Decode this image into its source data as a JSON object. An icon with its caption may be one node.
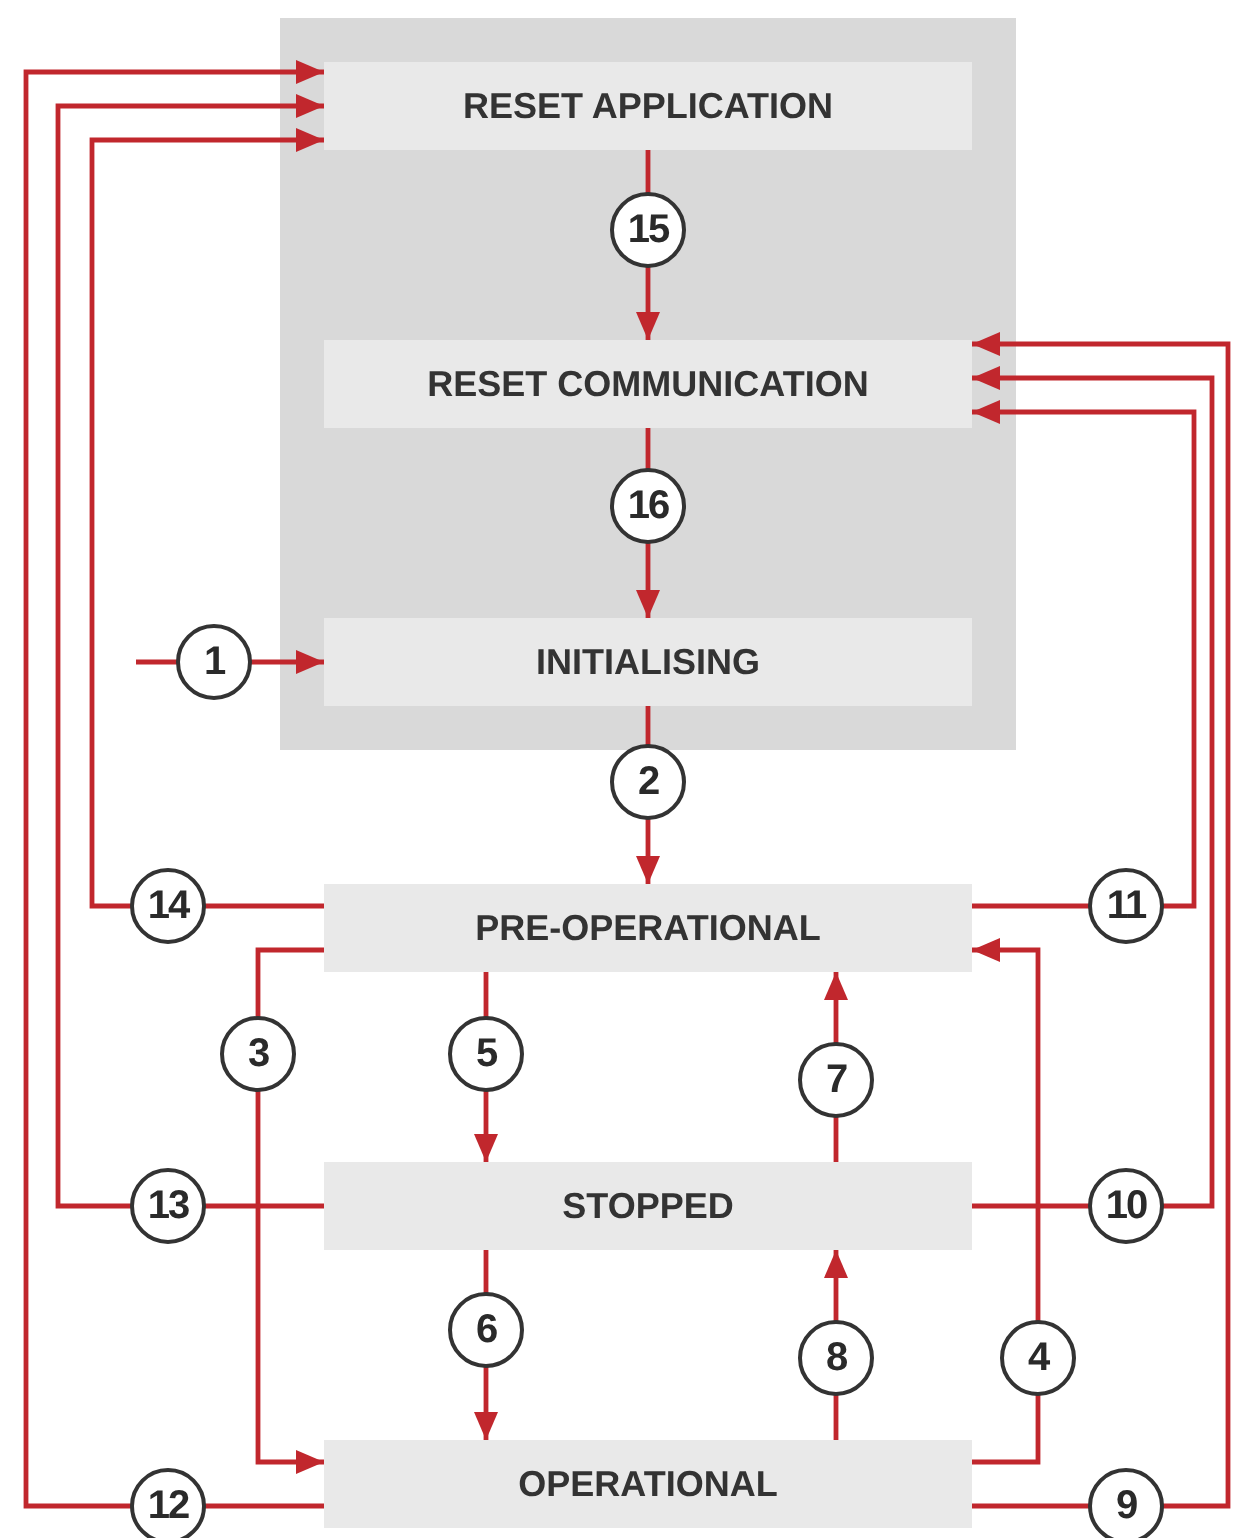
{
  "diagram": {
    "nodes": [
      {
        "text": [],
        "shape": "box"
      },
      {
        "text": [
          "RESET APPLICATION"
        ],
        "in": 0
      },
      {
        "text": [
          "RESET COMMUNICATION"
        ],
        "in": 0
      },
      {
        "text": [
          "INITIALISING"
        ],
        "in": 0
      },
      {
        "text": [
          "PRE-OPERATIONAL"
        ]
      },
      {
        "text": [
          "STOPPED"
        ]
      },
      {
        "text": [
          "OPERATIONAL"
        ]
      }
    ],
    "edges": [
      {
        "from": null,
        "to": 3,
        "arrow": "to",
        "label": "1"
      },
      {
        "from": 3,
        "to": 4,
        "arrow": "to",
        "label": "2"
      },
      {
        "from": 4,
        "to": 6,
        "arrow": "to",
        "label": "3"
      },
      {
        "from": 6,
        "to": 4,
        "arrow": "to",
        "label": "4"
      },
      {
        "from": 4,
        "to": 5,
        "arrow": "to",
        "label": "5"
      },
      {
        "from": 5,
        "to": 6,
        "arrow": "to",
        "label": "6"
      },
      {
        "from": 5,
        "to": 4,
        "arrow": "to",
        "label": "7"
      },
      {
        "from": 6,
        "to": 5,
        "arrow": "to",
        "label": "8"
      },
      {
        "from": 6,
        "to": 2,
        "arrow": "to",
        "label": "9"
      },
      {
        "from": 5,
        "to": 2,
        "arrow": "to",
        "label": "10"
      },
      {
        "from": 4,
        "to": 2,
        "arrow": "to",
        "label": "11"
      },
      {
        "from": 6,
        "to": 1,
        "arrow": "to",
        "label": "12"
      },
      {
        "from": 5,
        "to": 1,
        "arrow": "to",
        "label": "13"
      },
      {
        "from": 4,
        "to": 1,
        "arrow": "to",
        "label": "14"
      },
      {
        "from": 1,
        "to": 2,
        "arrow": "to",
        "label": "15"
      },
      {
        "from": 2,
        "to": 3,
        "arrow": "to",
        "label": "16"
      }
    ]
  }
}
